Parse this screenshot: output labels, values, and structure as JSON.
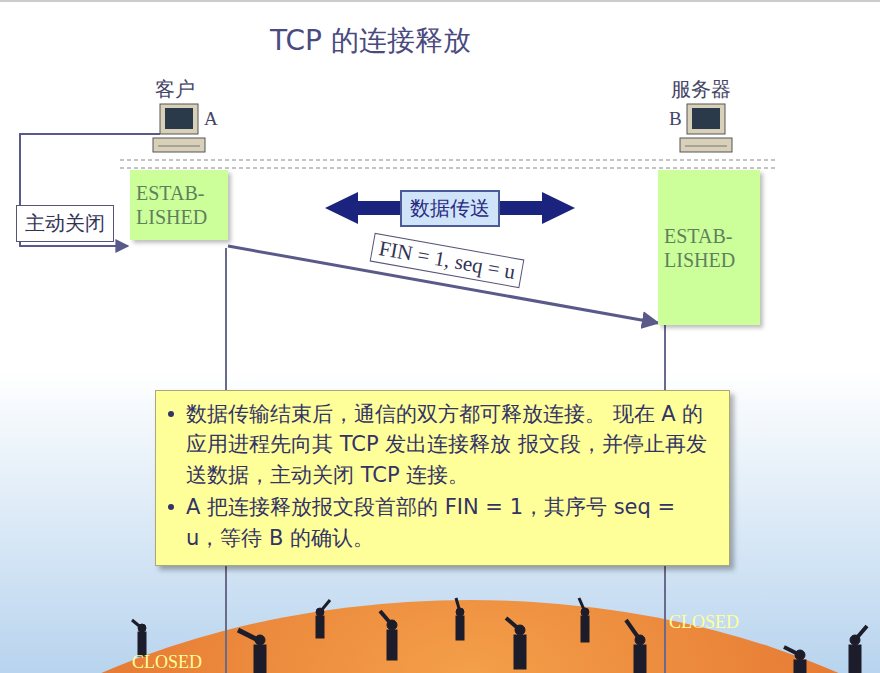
{
  "diagram": {
    "title": "TCP 的连接释放",
    "nodes": [
      {
        "text": [
          "ESTAB- LISHED"
        ]
      },
      {
        "text": [
          "主动关闭"
        ]
      },
      {
        "text": [
          "数据传送"
        ]
      },
      {
        "text": [
          "ESTAB- LISHED"
        ]
      },
      {
        "text": [
          "数据传输结束后，通信的双方都可释放连接。 现在 A 的应用进程先向其 TCP 发出连接释放 报文段，并停止再发送数据，主动关闭 TCP 连接。",
          "A 把连接释放报文段首部的 FIN = 1，其序号 seq = u，等待 B 的确认。"
        ]
      }
    ],
    "edges": [
      {
        "from": 0,
        "to": 3,
        "label": "FIN = 1, seq = u",
        "arrow": "to"
      }
    ],
    "labels": [
      "客户",
      "A",
      "服务器",
      "B",
      "CLOSED",
      "CLOSED"
    ]
  }
}
